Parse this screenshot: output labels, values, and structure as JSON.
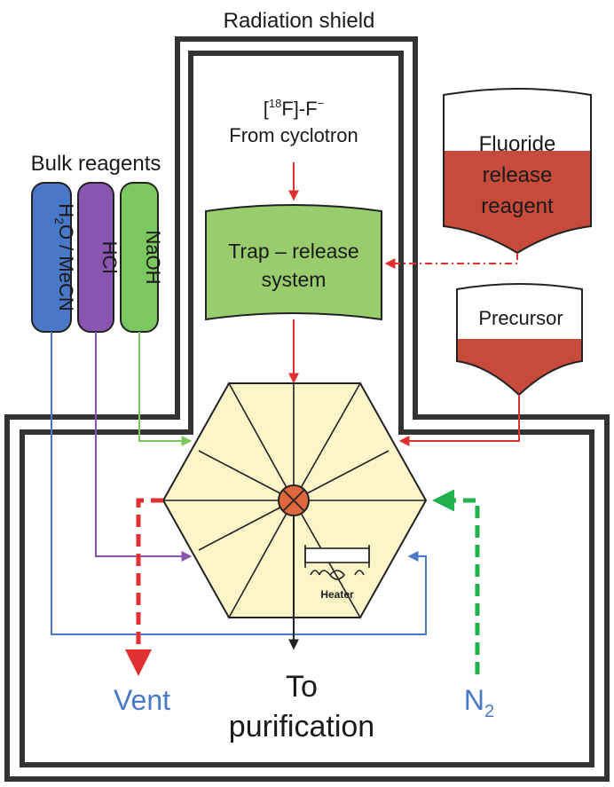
{
  "labels": {
    "radiation_shield": "Radiation shield",
    "fluoride_source_line1": "[18F]-F⁻",
    "fluoride_source_line2": "From cyclotron",
    "bulk_reagents": "Bulk reagents",
    "reagent_1": "H2O / MeCN",
    "reagent_2": "HCl",
    "reagent_3": "NaOH",
    "trap_release_line1": "Trap – release",
    "trap_release_line2": "system",
    "fluoride_release_line1": "Fluoride",
    "fluoride_release_line2": "release",
    "fluoride_release_line3": "reagent",
    "precursor": "Precursor",
    "heater": "Heater",
    "vent": "Vent",
    "n2": "N2",
    "to_purification_line1": "To",
    "to_purification_line2": "purification"
  },
  "colors": {
    "reagent_1": "#4a78c8",
    "reagent_2": "#8a55b0",
    "reagent_3": "#7cc860",
    "trap_release": "#98cc6c",
    "reservoir_fill": "#c84a3a",
    "reactor_fill": "#fbf5c9",
    "rotor": "#e0673c",
    "vent_line": "#e03030",
    "n2_line": "#22b24c",
    "shield": "#333333",
    "red_line": "#e03030",
    "blue_line": "#4a78c8"
  }
}
